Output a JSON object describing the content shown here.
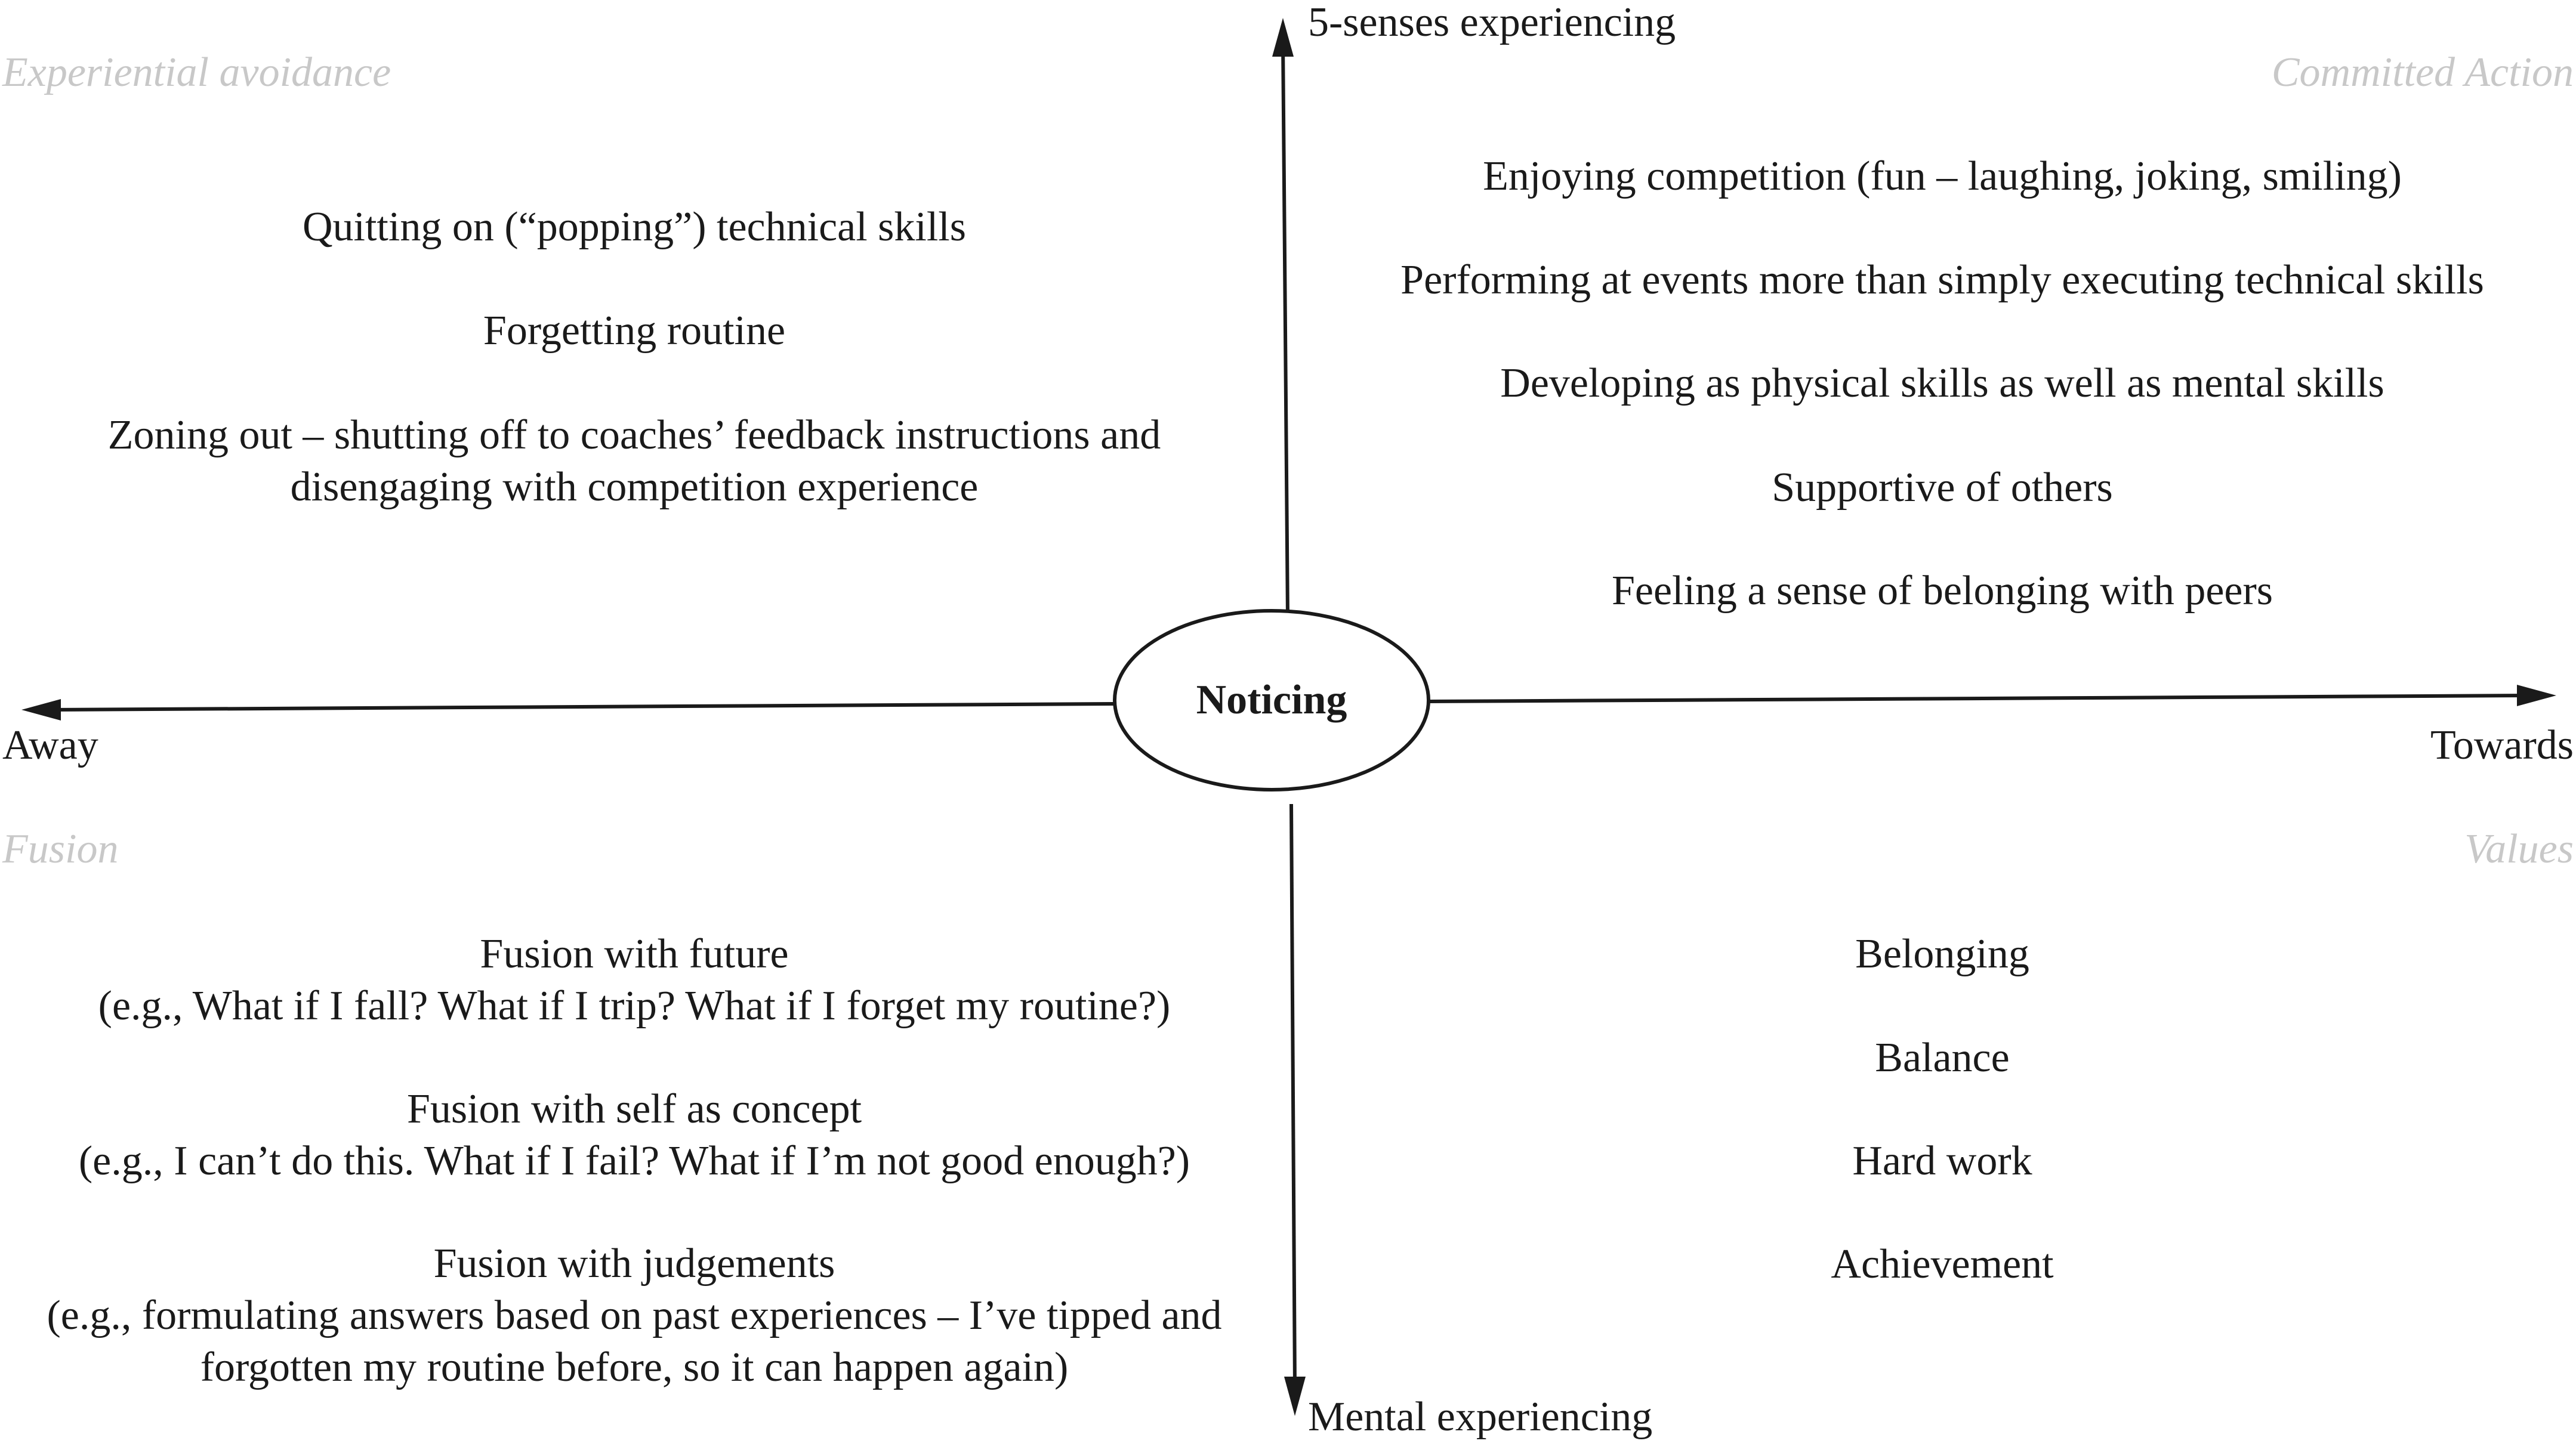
{
  "axes": {
    "top": "5-senses experiencing",
    "bottom": "Mental experiencing",
    "left": "Away",
    "right": "Towards"
  },
  "center": "Noticing",
  "quadrants": {
    "top_left": {
      "title": "Experiential avoidance",
      "items": [
        [
          "Quitting on (“popping”) technical skills"
        ],
        [
          "Forgetting routine"
        ],
        [
          "Zoning out – shutting off to coaches’ feedback instructions and",
          "disengaging with competition experience"
        ]
      ]
    },
    "top_right": {
      "title": "Committed Action",
      "items": [
        [
          "Enjoying competition (fun – laughing, joking, smiling)"
        ],
        [
          "Performing at events more than simply executing technical skills"
        ],
        [
          "Developing as physical skills as well as mental skills"
        ],
        [
          "Supportive of others"
        ],
        [
          "Feeling a sense of belonging with peers"
        ]
      ]
    },
    "bottom_left": {
      "title": "Fusion",
      "items": [
        [
          "Fusion with future",
          "(e.g., What if I fall? What if I trip? What if I forget my routine?)"
        ],
        [
          "Fusion with self as concept",
          "(e.g., I can’t do this. What if I fail? What if I’m not good enough?)"
        ],
        [
          "Fusion with judgements",
          "(e.g., formulating answers based on past experiences – I’ve tipped and",
          "forgotten my routine before, so it can happen again)"
        ]
      ]
    },
    "bottom_right": {
      "title": "Values",
      "items": [
        [
          "Belonging"
        ],
        [
          "Balance"
        ],
        [
          "Hard work"
        ],
        [
          "Achievement"
        ]
      ]
    }
  },
  "colors": {
    "line": "#1a1a1a",
    "quadrant_title": "#c8c8c8"
  }
}
